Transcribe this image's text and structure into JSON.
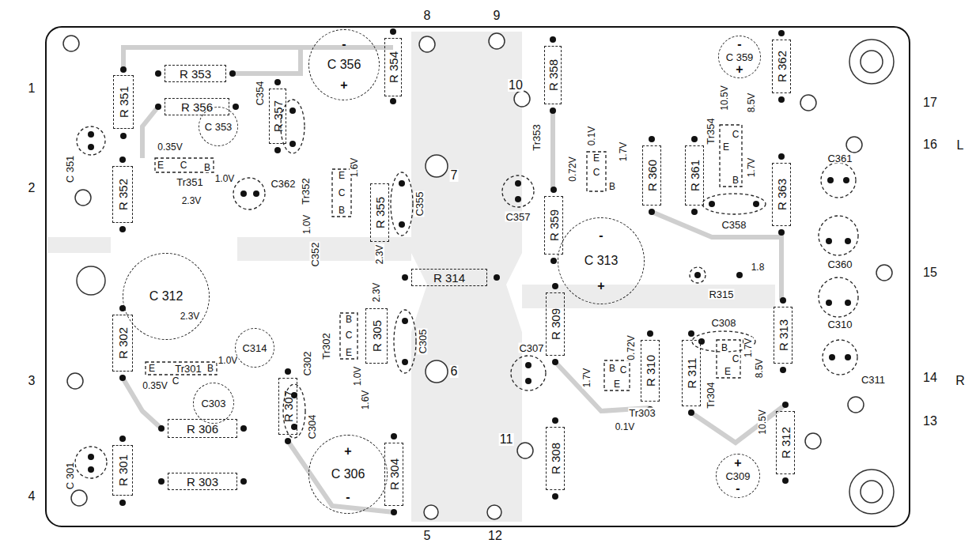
{
  "diagram": {
    "nodes": [
      {
        "text": [
          "R 351"
        ]
      },
      {
        "text": [
          "R 353"
        ]
      },
      {
        "text": [
          "R 356"
        ]
      },
      {
        "text": [
          "R 357"
        ]
      },
      {
        "text": [
          "R 354"
        ]
      },
      {
        "text": [
          "R 352"
        ]
      },
      {
        "text": [
          "R 355"
        ]
      },
      {
        "text": [
          "R 314"
        ]
      },
      {
        "text": [
          "R 305"
        ]
      },
      {
        "text": [
          "R 302"
        ]
      },
      {
        "text": [
          "R 307"
        ]
      },
      {
        "text": [
          "R 306"
        ]
      },
      {
        "text": [
          "R 303"
        ]
      },
      {
        "text": [
          "R 301"
        ]
      },
      {
        "text": [
          "R 304"
        ]
      },
      {
        "text": [
          "R 358"
        ]
      },
      {
        "text": [
          "R 359"
        ]
      },
      {
        "text": [
          "R 360"
        ]
      },
      {
        "text": [
          "R 361"
        ]
      },
      {
        "text": [
          "R 362"
        ]
      },
      {
        "text": [
          "R 363"
        ]
      },
      {
        "text": [
          "R 309"
        ]
      },
      {
        "text": [
          "R 308"
        ]
      },
      {
        "text": [
          "R 310"
        ]
      },
      {
        "text": [
          "R 311"
        ]
      },
      {
        "text": [
          "R 313"
        ]
      },
      {
        "text": [
          "R 312"
        ]
      },
      {
        "text": [
          "C 356",
          "-",
          "+"
        ]
      },
      {
        "text": [
          "C 353"
        ]
      },
      {
        "text": [
          "C 312"
        ]
      },
      {
        "text": [
          "C 313",
          "-",
          "+"
        ]
      },
      {
        "text": [
          "C 306",
          "+",
          "-"
        ]
      },
      {
        "text": [
          "C303"
        ]
      },
      {
        "text": [
          "C314"
        ]
      },
      {
        "text": [
          "C 359",
          "-",
          "+"
        ]
      },
      {
        "text": [
          "C309",
          "+",
          "-"
        ]
      }
    ],
    "labels": [
      "1",
      "2",
      "3",
      "4",
      "8",
      "9",
      "5",
      "12",
      "17",
      "16",
      "L",
      "15",
      "14",
      "R",
      "13",
      "10",
      "7",
      "6",
      "11",
      "C 351",
      "0.35V",
      "E",
      "C",
      "B",
      "Tr351",
      "1.0V",
      "2.3V",
      "C354",
      "C362",
      "Tr352",
      "1.0V",
      "1.6V",
      "E",
      "C",
      "B",
      "C352",
      "2.3V",
      "C355",
      "2.3V",
      "2.3V",
      "E",
      "Tr301",
      "B",
      "1.0V",
      "0.35V",
      "C",
      "C302",
      "Tr302",
      "B",
      "C",
      "E",
      "1.0V",
      "1.6V",
      "C305",
      "C304",
      "C 301",
      "C357",
      "Tr353",
      "0.1V",
      "E",
      "C",
      "B",
      "1.7V",
      "0.72V",
      "Tr354",
      "10.5V",
      "E",
      "C",
      "B",
      "8.5V",
      "1.7V",
      "C358",
      "C361",
      "C360",
      "1.8",
      "R315",
      "C310",
      "C308",
      "C311",
      "C307",
      "Tr303",
      "1.7V",
      "0.72V",
      "0.1V",
      "B",
      "C",
      "E",
      "Tr304",
      "1.7V",
      "8.5V",
      "10.5V",
      "B",
      "C",
      "E"
    ]
  }
}
